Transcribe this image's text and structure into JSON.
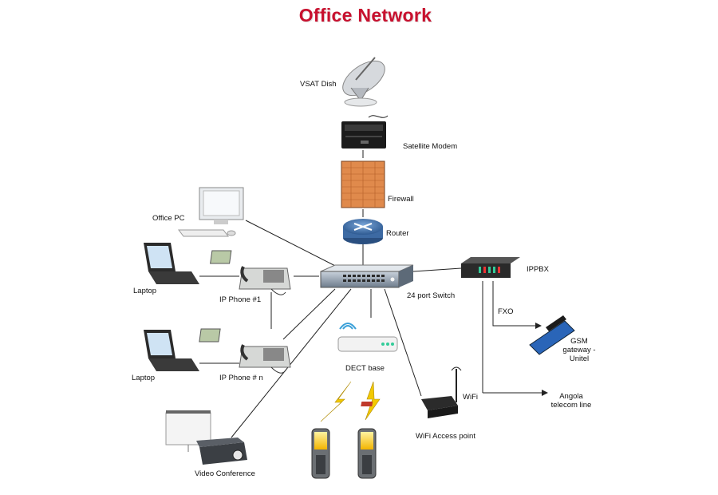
{
  "title": "Office Network",
  "colors": {
    "title": "#c8102e",
    "lines": "#222222",
    "firewall": "#d97a3e",
    "router": "#3f6fa8",
    "switch": "#8a97a6"
  },
  "nodes": {
    "vsat_dish": "VSAT Dish",
    "satellite_modem": "Satellite Modem",
    "firewall": "Firewall",
    "router": "Router",
    "switch": "24 port Switch",
    "office_pc": "Office  PC",
    "laptop_1": "Laptop",
    "laptop_2": "Laptop",
    "ip_phone_1": "IP Phone  #1",
    "ip_phone_n": "IP Phone # n",
    "dect_base": "DECT base",
    "wifi": "WiFi",
    "wifi_ap": "WiFi Access point",
    "video_conference": "Video Conference",
    "ippbx": "IPPBX",
    "fxo": "FXO",
    "gsm_gateway_1": "GSM",
    "gsm_gateway_2": "gateway -",
    "gsm_gateway_3": "Unitel",
    "angola_line_1": "Angola",
    "angola_line_2": "telecom line"
  },
  "icons": [
    "satellite-dish-icon",
    "modem-icon",
    "firewall-icon",
    "router-icon",
    "switch-icon",
    "desktop-pc-icon",
    "laptop-icon",
    "ip-phone-icon",
    "dect-base-icon",
    "wifi-router-icon",
    "projector-icon",
    "projection-screen-icon",
    "ippbx-icon",
    "gsm-phone-icon",
    "mobile-phone-icon",
    "lightning-icon"
  ]
}
